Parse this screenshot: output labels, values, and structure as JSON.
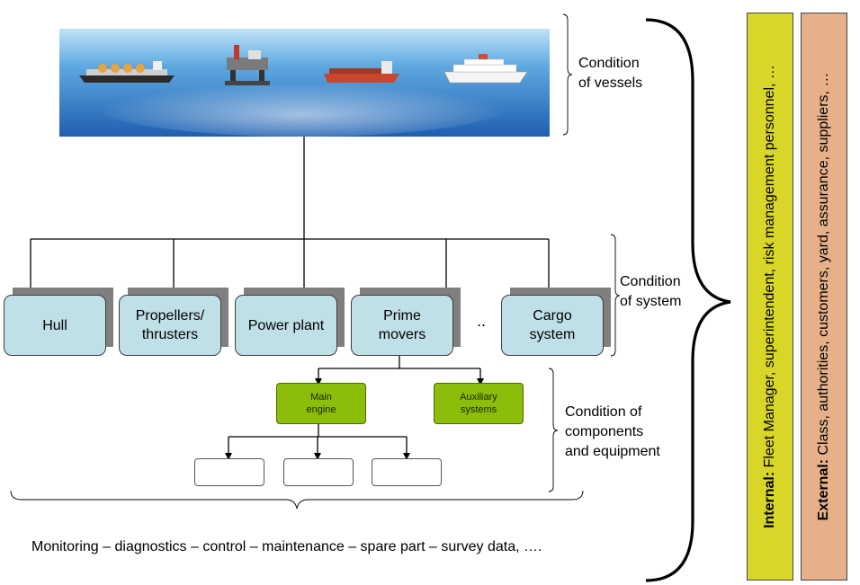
{
  "vessel_image": {
    "sky_color": "#8ec6ee",
    "sea_color": "#1f63b8",
    "vessel_icons": [
      "lng-carrier-icon",
      "offshore-platform-icon",
      "tanker-icon",
      "cruise-ship-icon"
    ]
  },
  "levels": {
    "vessels": "Condition\nof vessels",
    "system": "Condition\nof system",
    "components": "Condition of\ncomponents\nand equipment"
  },
  "systems": [
    {
      "label": "Hull"
    },
    {
      "label": "Propellers/\nthrusters"
    },
    {
      "label": "Power plant"
    },
    {
      "label": "Prime\nmovers"
    },
    {
      "label": "Cargo\nsystem"
    }
  ],
  "ellipsis": "..",
  "components": [
    {
      "label": "Main\nengine"
    },
    {
      "label": "Auxiliary\nsystems"
    }
  ],
  "data_caption": "Monitoring – diagnostics – control – maintenance – spare part – survey data, ….",
  "stakeholders": {
    "internal": {
      "prefix": "Internal:",
      "text": " Fleet Manager, superintendent, risk management personnel, …",
      "color": "#d8d626"
    },
    "external": {
      "prefix": "External:",
      "text": " Class, authorities, customers, yard, assurance, suppliers, …",
      "color": "#e6b18a"
    }
  }
}
